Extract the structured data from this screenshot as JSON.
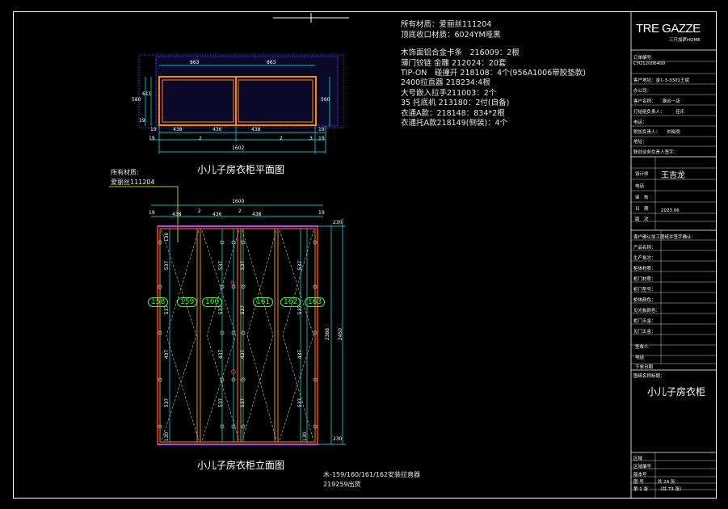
{
  "plan_title": "小儿子房衣柜平面图",
  "elevation_title": "小儿子房衣柜立面图",
  "materials_note": {
    "label": "所有材质:",
    "value": "爱丽丝111204"
  },
  "notes": [
    "所有材质：爱丽丝111204",
    "顶底收口材质：6024YM哑黑",
    "木饰面铝合金卡条　216009：2根",
    "薄门铰链 金雕 212024：20套",
    "TIP-ON　碰撞开 218108：4个(956A1006带胶垫款)",
    "2400拉直器 218234:4根",
    "大号嵌入拉手211003：2个",
    "35 托底机 213180：2付(自备)",
    "衣通A款：218148：834*2根",
    "衣通托A款218149(侧装)：4个"
  ],
  "bottom_notes": [
    "木-159/160/161/162安装拉直器",
    "219259出货"
  ],
  "plan_dims": {
    "top": "863",
    "top2": "863",
    "left_outer": "580",
    "left_inner": "611",
    "left_small": "19",
    "right_inner": "560",
    "bottom_row": [
      "19",
      "438",
      "2",
      "436",
      "2",
      "438",
      "3",
      "19"
    ],
    "bottom_labels": [
      "2",
      "2",
      "3"
    ],
    "total": "1602"
  },
  "elev_dims": {
    "top_total": "1600",
    "top_row": [
      "19",
      "438",
      "2",
      "436",
      "2",
      "438",
      "19"
    ],
    "right_small": "230",
    "right_inner": "2388",
    "right_outer": "2450",
    "bottom_right": "230",
    "col_dims": [
      "130",
      "537",
      "537",
      "437",
      "537",
      "130"
    ]
  },
  "panel_tags": [
    "158",
    "159",
    "160",
    "161",
    "162",
    "163"
  ],
  "title_block": {
    "logo": "TRE GAZZE",
    "logo_sub": "三只加萨HOME",
    "rows": [
      "订单编号:",
      "CYO12006400",
      "客户地址：金1-3-3301王斌",
      "办公司：",
      "客户名称：　　钢合一店",
      "打结组负责人：　　　佳乐",
      "电话：",
      "附加负责人：　　刘晓雨",
      "地址：",
      "联创业务负责人签字："
    ],
    "designer_label": "设计师",
    "designer": "王吉龙",
    "phone_label": "电话",
    "review_label": "审　核",
    "date_label": "日　期",
    "date": "2023.06",
    "version_label": "版　次",
    "prod_rows": [
      "客户确认加工图纸并签字确认：",
      "产品名称：",
      "生产批次：",
      "柜体材质：",
      "柜门材质：",
      "柜门型号：",
      "柜体颜色：",
      "见光板颜色：",
      "柜门五金：",
      "见门五金："
    ],
    "signer_label": "签收人",
    "phone2_label": "电话",
    "order_date_label": "下单日期",
    "drawing_name_label": "图纸名称标题：",
    "drawing_name": "小儿子房衣柜",
    "footer_rows": [
      "区域",
      "区域编号",
      "版本号",
      "图 号",
      "共 24 张",
      "第 1 张",
      "（共 73 张）"
    ]
  }
}
